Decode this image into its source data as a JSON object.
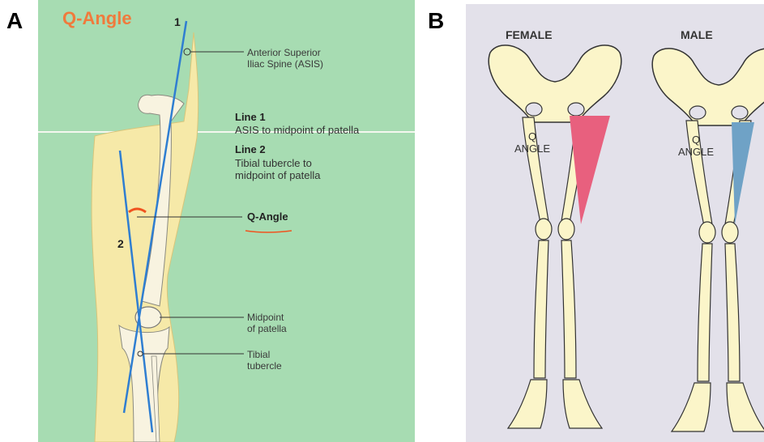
{
  "panel_labels": {
    "a": "A",
    "b": "B"
  },
  "panel_a": {
    "title": "Q-Angle",
    "line1_number": "1",
    "line2_number": "2",
    "asis_label": [
      "Anterior Superior",
      "Iliac Spine (ASIS)"
    ],
    "line1_heading": "Line 1",
    "line1_desc": "ASIS to midpoint of patella",
    "line2_heading": "Line 2",
    "line2_desc": [
      "Tibial tubercle to",
      "midpoint of patella"
    ],
    "qangle_label": "Q-Angle",
    "midpoint_label": [
      "Midpoint",
      "of patella"
    ],
    "tubercle_label": [
      "Tibial",
      "tubercle"
    ]
  },
  "panel_b": {
    "female_label": "FEMALE",
    "male_label": "MALE",
    "q_female": [
      "Q",
      "ANGLE"
    ],
    "q_male": [
      "Q",
      "ANGLE"
    ]
  },
  "colors": {
    "panel_a_bg": "#a7dcb2",
    "leg_skin": "#f6e9a8",
    "bone": "#f8f3e0",
    "line_blue": "#2f7ed1",
    "angle_arc": "#f0531f",
    "female_wedge": "#e8607e",
    "male_wedge": "#6fa2c6",
    "skeleton_fill": "#fbf5c9"
  }
}
